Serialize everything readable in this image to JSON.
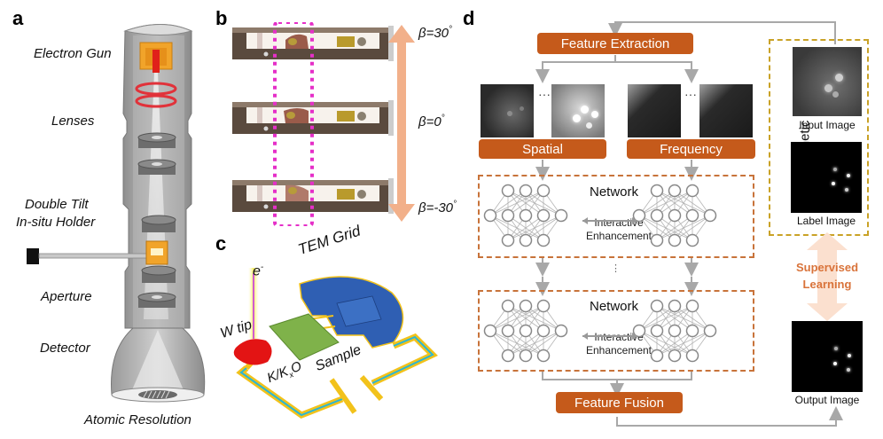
{
  "panels": {
    "a": {
      "letter": "a",
      "labels": {
        "electron_gun": "Electron Gun",
        "lenses": "Lenses",
        "holder_line1": "Double Tilt",
        "holder_line2": "In-situ Holder",
        "aperture": "Aperture",
        "detector": "Detector",
        "atomic_resolution": "Atomic Resolution"
      }
    },
    "b": {
      "letter": "b",
      "tilt_angles": [
        {
          "label": "β=30",
          "degree": "°",
          "value_deg": 30
        },
        {
          "label": "β=0",
          "degree": "°",
          "value_deg": 0
        },
        {
          "label": "β=-30",
          "degree": "°",
          "value_deg": -30
        }
      ],
      "colors": {
        "arrow": "#f2b08a",
        "highlight": "#e52fc8"
      }
    },
    "c": {
      "letter": "c",
      "labels": {
        "electron": "e",
        "electron_sup": "-",
        "tem_grid": "TEM Grid",
        "w_tip": "W tip",
        "material_main": "K/K",
        "material_sub": "x",
        "material_end": "O",
        "sample": "Sample"
      },
      "colors": {
        "grid": "#2f5fb3",
        "frame": "#f2c21b",
        "frame_inner": "#2ab6d6",
        "sample": "#7fb24a",
        "tip": "#e31414",
        "beam": "#f7ef5a"
      }
    },
    "d": {
      "letter": "d",
      "feature_extraction": "Feature Extraction",
      "spatial": "Spatial",
      "frequency": "Frequency",
      "ellipsis": "···",
      "network_blocks": [
        {
          "title": "Network",
          "sub1": "Interactive",
          "sub2": "Enhancement"
        },
        {
          "title": "Network",
          "sub1": "Interactive",
          "sub2": "Enhancement"
        }
      ],
      "vertical_ellipsis": "⋮",
      "feature_fusion": "Feature Fusion",
      "synthetic_data": "Synthetic Data",
      "input_image": "Input Image",
      "label_image": "Label Image",
      "supervised_line1": "Supervised",
      "supervised_line2": "Learning",
      "output_image": "Output Image",
      "colors": {
        "box": "#c55a1b",
        "dash": "#c8733a",
        "synthetic_dash": "#c9a227",
        "supervised_text": "#d9733a",
        "supervised_arrow": "#fbe0cf",
        "connector": "#a8a8a8"
      }
    }
  }
}
